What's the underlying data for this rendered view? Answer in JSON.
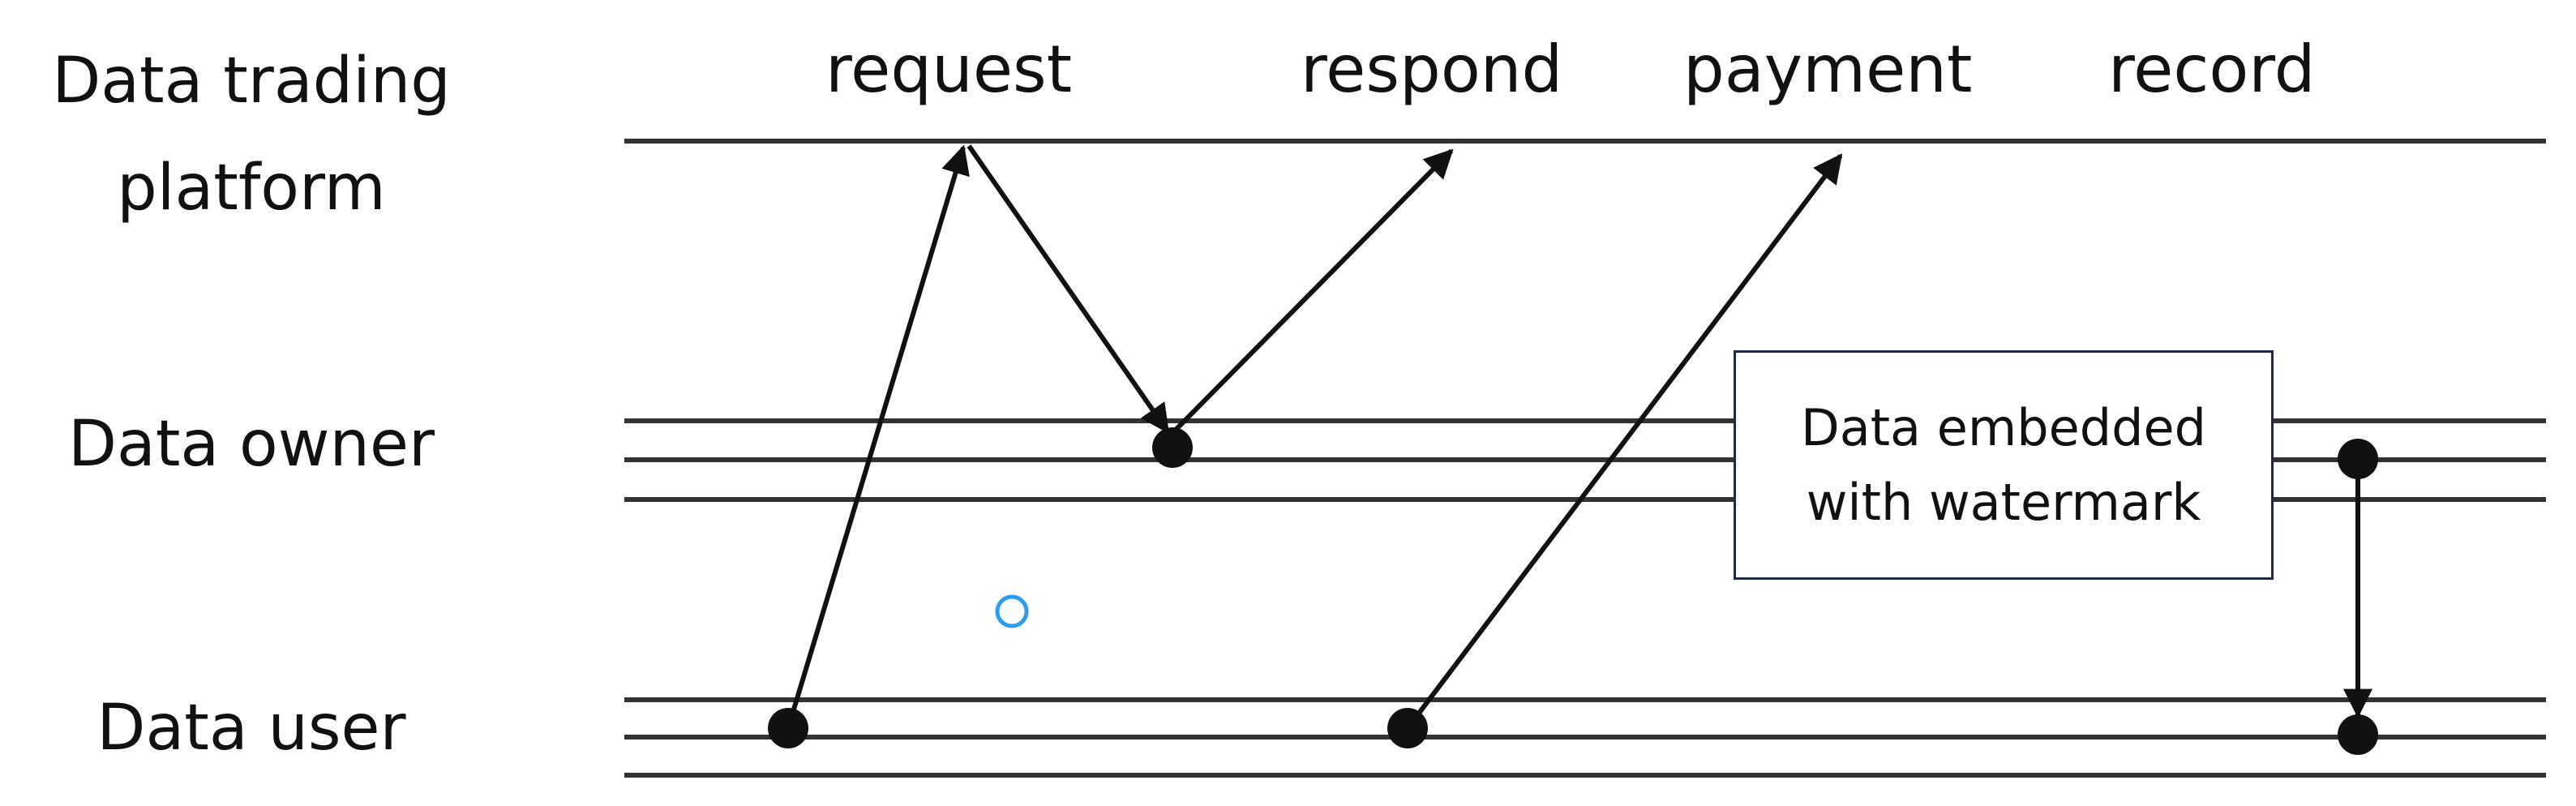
{
  "lanes": {
    "platform": {
      "line1": "Data trading",
      "line2": "platform"
    },
    "owner": {
      "label": "Data owner"
    },
    "user": {
      "label": "Data user"
    }
  },
  "steps": {
    "request": "request",
    "respond": "respond",
    "payment": "payment",
    "record": "record"
  },
  "watermark_box": {
    "line1": "Data embedded",
    "line2": "with watermark"
  },
  "colors": {
    "lines": "#333333",
    "arrows": "#111111",
    "box_border": "#1f2a44",
    "marker": "#2a9df4"
  }
}
